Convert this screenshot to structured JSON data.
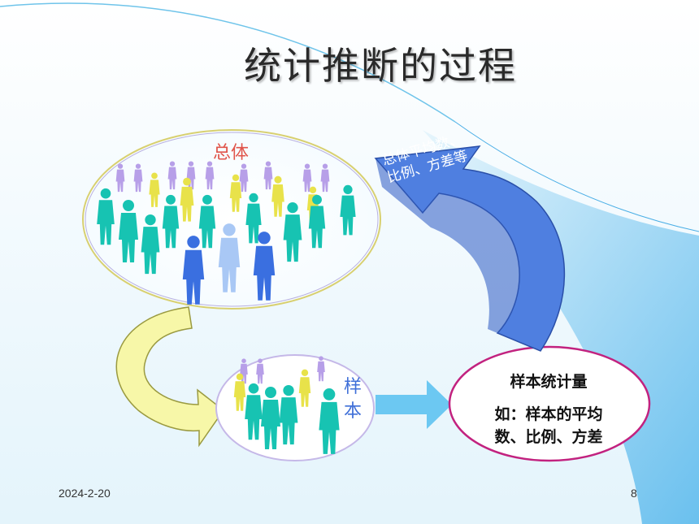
{
  "slide": {
    "title": "统计推断的过程",
    "population_label": "总体",
    "sample_label_line1": "样",
    "sample_label_line2": "本",
    "statistic_title": "样本统计量",
    "statistic_desc_line1": "如：样本的平均",
    "statistic_desc_line2": "数、比例、方差",
    "arrow_text_line1": "总体平均数、",
    "arrow_text_line2": "比例、方差等",
    "footer_date": "2024-2-20",
    "page_number": "8"
  },
  "colors": {
    "teal_people": "#17c3b2",
    "blue_people": "#3a6fe0",
    "lavender_people": "#b79fe8",
    "yellow_people": "#e8e24a",
    "light_blue_people": "#a9c8f5",
    "yellow_arrow": "#f7f7a8",
    "blue_arrow": "#5b86e5",
    "cyan_arrow": "#6cc8f2",
    "ellipse_stat_border": "#c2227f",
    "background_swoosh": "#5cb8ec"
  }
}
